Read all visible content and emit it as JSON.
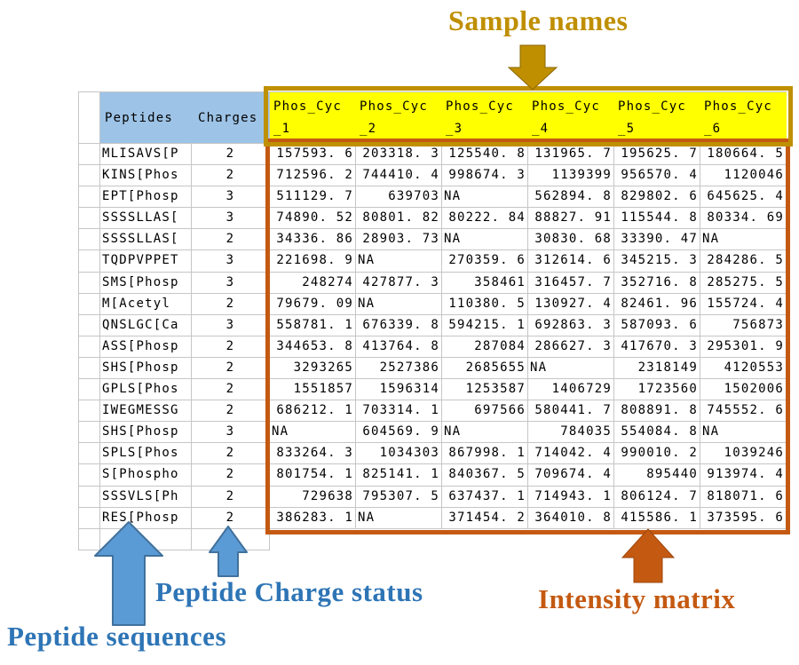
{
  "annotations": {
    "sample_names": "Sample names",
    "peptide_sequences": "Peptide sequences",
    "peptide_charge_status": "Peptide Charge status",
    "intensity_matrix": "Intensity matrix"
  },
  "table": {
    "corner_headers": [
      "Peptides",
      "Charges"
    ],
    "sample_columns": [
      "Phos_Cyc_1",
      "Phos_Cyc_2",
      "Phos_Cyc_3",
      "Phos_Cyc_4",
      "Phos_Cyc_5",
      "Phos_Cyc_6"
    ],
    "rows": [
      {
        "peptide": "MLISAVS[P",
        "charge": "2",
        "intensities": [
          "157593. 6",
          "203318. 3",
          "125540. 8",
          "131965. 7",
          "195625. 7",
          "180664. 5"
        ]
      },
      {
        "peptide": "KINS[Phos",
        "charge": "2",
        "intensities": [
          "712596. 2",
          "744410. 4",
          "998674. 3",
          "1139399",
          "956570. 4",
          "1120046"
        ]
      },
      {
        "peptide": "EPT[Phosp",
        "charge": "3",
        "intensities": [
          "511129. 7",
          "639703",
          "NA",
          "562894. 8",
          "829802. 6",
          "645625. 4"
        ]
      },
      {
        "peptide": "SSSSLLAS[",
        "charge": "3",
        "intensities": [
          "74890. 52",
          "80801. 82",
          "80222. 84",
          "88827. 91",
          "115544. 8",
          "80334. 69"
        ]
      },
      {
        "peptide": "SSSSLLAS[",
        "charge": "2",
        "intensities": [
          "34336. 86",
          "28903. 73",
          "NA",
          "30830. 68",
          "33390. 47",
          "NA"
        ]
      },
      {
        "peptide": "TQDPVPPET",
        "charge": "3",
        "intensities": [
          "221698. 9",
          "NA",
          "270359. 6",
          "312614. 6",
          "345215. 3",
          "284286. 5"
        ]
      },
      {
        "peptide": "SMS[Phosp",
        "charge": "3",
        "intensities": [
          "248274",
          "427877. 3",
          "358461",
          "316457. 7",
          "352716. 8",
          "285275. 5"
        ]
      },
      {
        "peptide": "M[Acetyl",
        "charge": "2",
        "intensities": [
          "79679. 09",
          "NA",
          "110380. 5",
          "130927. 4",
          "82461. 96",
          "155724. 4"
        ]
      },
      {
        "peptide": "QNSLGC[Ca",
        "charge": "3",
        "intensities": [
          "558781. 1",
          "676339. 8",
          "594215. 1",
          "692863. 3",
          "587093. 6",
          "756873"
        ]
      },
      {
        "peptide": "ASS[Phosp",
        "charge": "2",
        "intensities": [
          "344653. 8",
          "413764. 8",
          "287084",
          "286627. 3",
          "417670. 3",
          "295301. 9"
        ]
      },
      {
        "peptide": "SHS[Phosp",
        "charge": "2",
        "intensities": [
          "3293265",
          "2527386",
          "2685655",
          "NA",
          "2318149",
          "4120553"
        ]
      },
      {
        "peptide": "GPLS[Phos",
        "charge": "2",
        "intensities": [
          "1551857",
          "1596314",
          "1253587",
          "1406729",
          "1723560",
          "1502006"
        ]
      },
      {
        "peptide": "IWEGMESSG",
        "charge": "2",
        "intensities": [
          "686212. 1",
          "703314. 1",
          "697566",
          "580441. 7",
          "808891. 8",
          "745552. 6"
        ]
      },
      {
        "peptide": "SHS[Phosp",
        "charge": "3",
        "intensities": [
          "NA",
          "604569. 9",
          "NA",
          "784035",
          "554084. 8",
          "NA"
        ]
      },
      {
        "peptide": "SPLS[Phos",
        "charge": "2",
        "intensities": [
          "833264. 3",
          "1034303",
          "867998. 1",
          "714042. 4",
          "990010. 2",
          "1039246"
        ]
      },
      {
        "peptide": "S[Phospho",
        "charge": "2",
        "intensities": [
          "801754. 1",
          "825141. 1",
          "840367. 5",
          "709674. 4",
          "895440",
          "913974. 4"
        ]
      },
      {
        "peptide": "SSSVLS[Ph",
        "charge": "2",
        "intensities": [
          "729638",
          "795307. 5",
          "637437. 1",
          "714943. 1",
          "806124. 7",
          "818071. 6"
        ]
      },
      {
        "peptide": "RES[Phosp",
        "charge": "2",
        "intensities": [
          "386283. 1",
          "NA",
          "371454. 2",
          "364010. 8",
          "415586. 1",
          "373595. 6"
        ]
      }
    ]
  },
  "colors": {
    "header_fill_blue": "#9DC3E6",
    "sample_header_fill": "#FFFF00",
    "sample_header_border": "#BF9000",
    "matrix_border": "#C45911",
    "grid_line": "#C6C6C6",
    "annotation_gold": "#BF8F00",
    "annotation_blue_text": "#2E75B6",
    "blue_arrow_fill": "#5B9BD5",
    "blue_arrow_border": "#41719C",
    "annotation_orange": "#C45911"
  }
}
